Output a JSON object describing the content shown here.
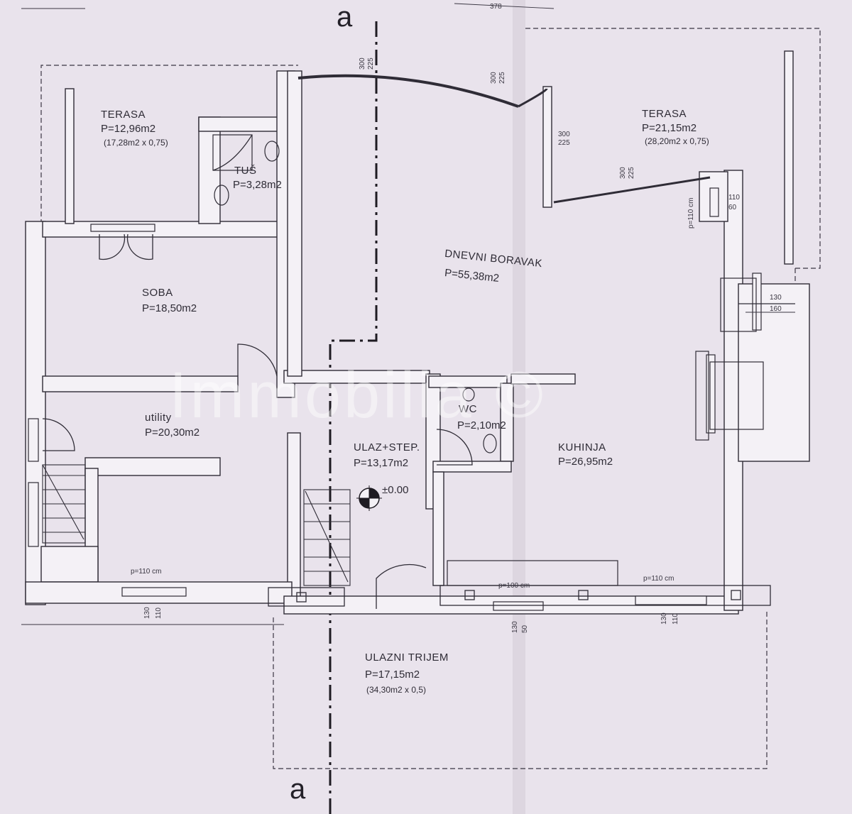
{
  "section_marks": {
    "top": "a",
    "bottom": "a"
  },
  "top_dims": {
    "d1": "378"
  },
  "rooms": {
    "terasa_left": {
      "name": "TERASA",
      "area": "P=12,96m2",
      "calc": "(17,28m2 x 0,75)"
    },
    "tus": {
      "name": "TUŠ",
      "area": "P=3,28m2"
    },
    "soba": {
      "name": "SOBA",
      "area": "P=18,50m2"
    },
    "dnevni": {
      "name": "DNEVNI BORAVAK",
      "area": "P=55,38m2"
    },
    "terasa_right": {
      "name": "TERASA",
      "area": "P=21,15m2",
      "calc": "(28,20m2 x 0,75)"
    },
    "utility": {
      "name": "utility",
      "area": "P=20,30m2"
    },
    "ulaz": {
      "name": "ULAZ+STEP.",
      "area": "P=13,17m2"
    },
    "wc": {
      "name": "WC",
      "area": "P=2,10m2"
    },
    "kuhinja": {
      "name": "KUHINJA",
      "area": "P=26,95m2"
    },
    "trijem": {
      "name": "ULAZNI TRIJEM",
      "area": "P=17,15m2",
      "calc": "(34,30m2 x 0,5)"
    }
  },
  "level": "±0.00",
  "dims": {
    "top_300_a": "300",
    "top_225_a": "225",
    "top_300_b": "300",
    "top_225_b": "225",
    "ter_300": "300",
    "ter_225": "225",
    "win_300": "300",
    "win_225": "225",
    "right_110": "110",
    "right_60": "60",
    "p110_right": "p=110 cm",
    "right_130": "130",
    "right_160": "160",
    "p110_util": "p=110 cm",
    "util_130": "130",
    "util_110": "110",
    "p100": "p=100 cm",
    "mid_130": "130",
    "mid_50": "50",
    "p110_kuh": "p=110 cm",
    "kuh_130": "130",
    "kuh_110": "110"
  },
  "watermark": "Immobilia ©",
  "colors": {
    "paper": "#e9e3ec",
    "ink": "#2f2c36",
    "wall_fill": "#f4f1f6"
  }
}
